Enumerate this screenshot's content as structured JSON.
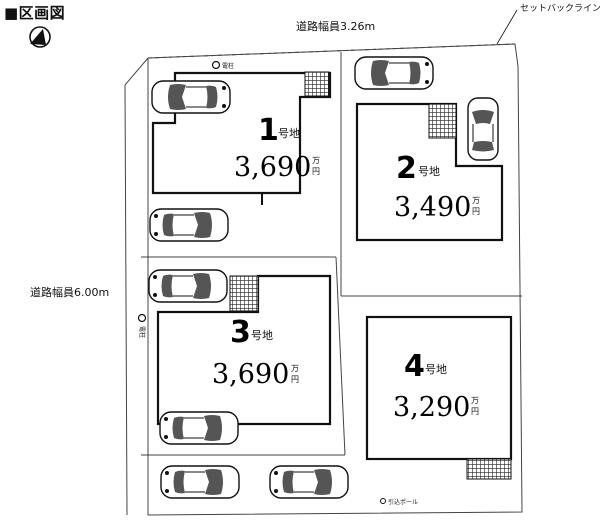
{
  "header": {
    "title": "■区画図"
  },
  "roads": {
    "top_label": "道路幅員3.26m",
    "left_label": "道路幅員6.00m",
    "setback_label": "セットバックライン"
  },
  "markers": {
    "pole_top": "電柱",
    "pole_left": "電柱",
    "pull_pole": "引込ポール"
  },
  "lots": [
    {
      "number": "1",
      "suffix": "号地",
      "price": "3,690",
      "unit_top": "万",
      "unit_bottom": "円"
    },
    {
      "number": "2",
      "suffix": "号地",
      "price": "3,490",
      "unit_top": "万",
      "unit_bottom": "円"
    },
    {
      "number": "3",
      "suffix": "号地",
      "price": "3,690",
      "unit_top": "万",
      "unit_bottom": "円"
    },
    {
      "number": "4",
      "suffix": "号地",
      "price": "3,290",
      "unit_top": "万",
      "unit_bottom": "円"
    }
  ],
  "colors": {
    "line": "#111111",
    "boundary": "#444444",
    "hatch": "#222222"
  },
  "icons": [
    "compass-icon",
    "car-icon",
    "utility-pole-icon"
  ]
}
